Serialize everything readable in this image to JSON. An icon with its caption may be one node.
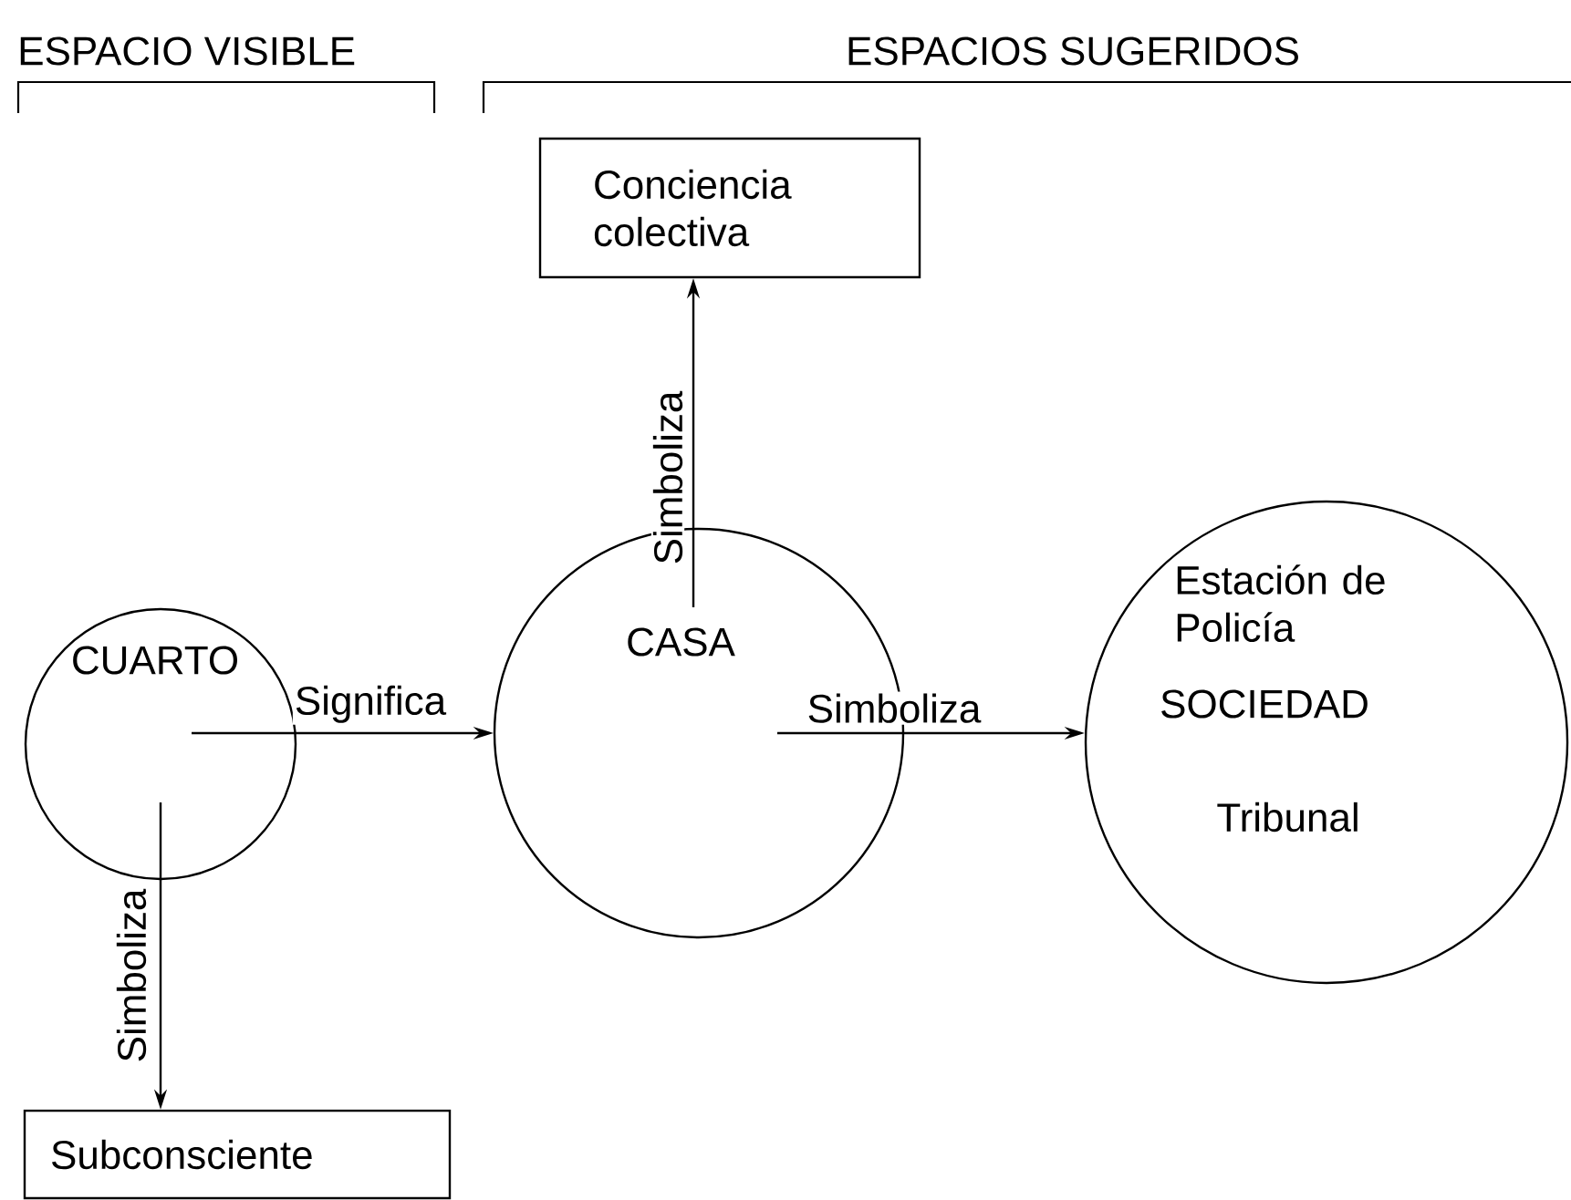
{
  "diagram": {
    "nodes": [
      {
        "text": [
          "Conciencia colectiva"
        ]
      },
      {
        "text": [
          "CUARTO"
        ]
      },
      {
        "text": [
          "CASA"
        ]
      },
      {
        "text": [
          "Estación de Policía",
          "SOCIEDAD",
          "Tribunal"
        ]
      },
      {
        "text": [
          "Subconsciente"
        ]
      }
    ],
    "edges": [
      {
        "from": 2,
        "to": 0,
        "arrow": "to",
        "label": "Simboliza"
      },
      {
        "from": 1,
        "to": 2,
        "arrow": "to",
        "label": "Significa"
      },
      {
        "from": 2,
        "to": 3,
        "arrow": "to",
        "label": "Simboliza"
      },
      {
        "from": 1,
        "to": 4,
        "arrow": "to",
        "label": "Simboliza"
      }
    ],
    "labels": [
      "ESPACIO VISIBLE",
      "ESPACIOS SUGERIDOS"
    ]
  }
}
